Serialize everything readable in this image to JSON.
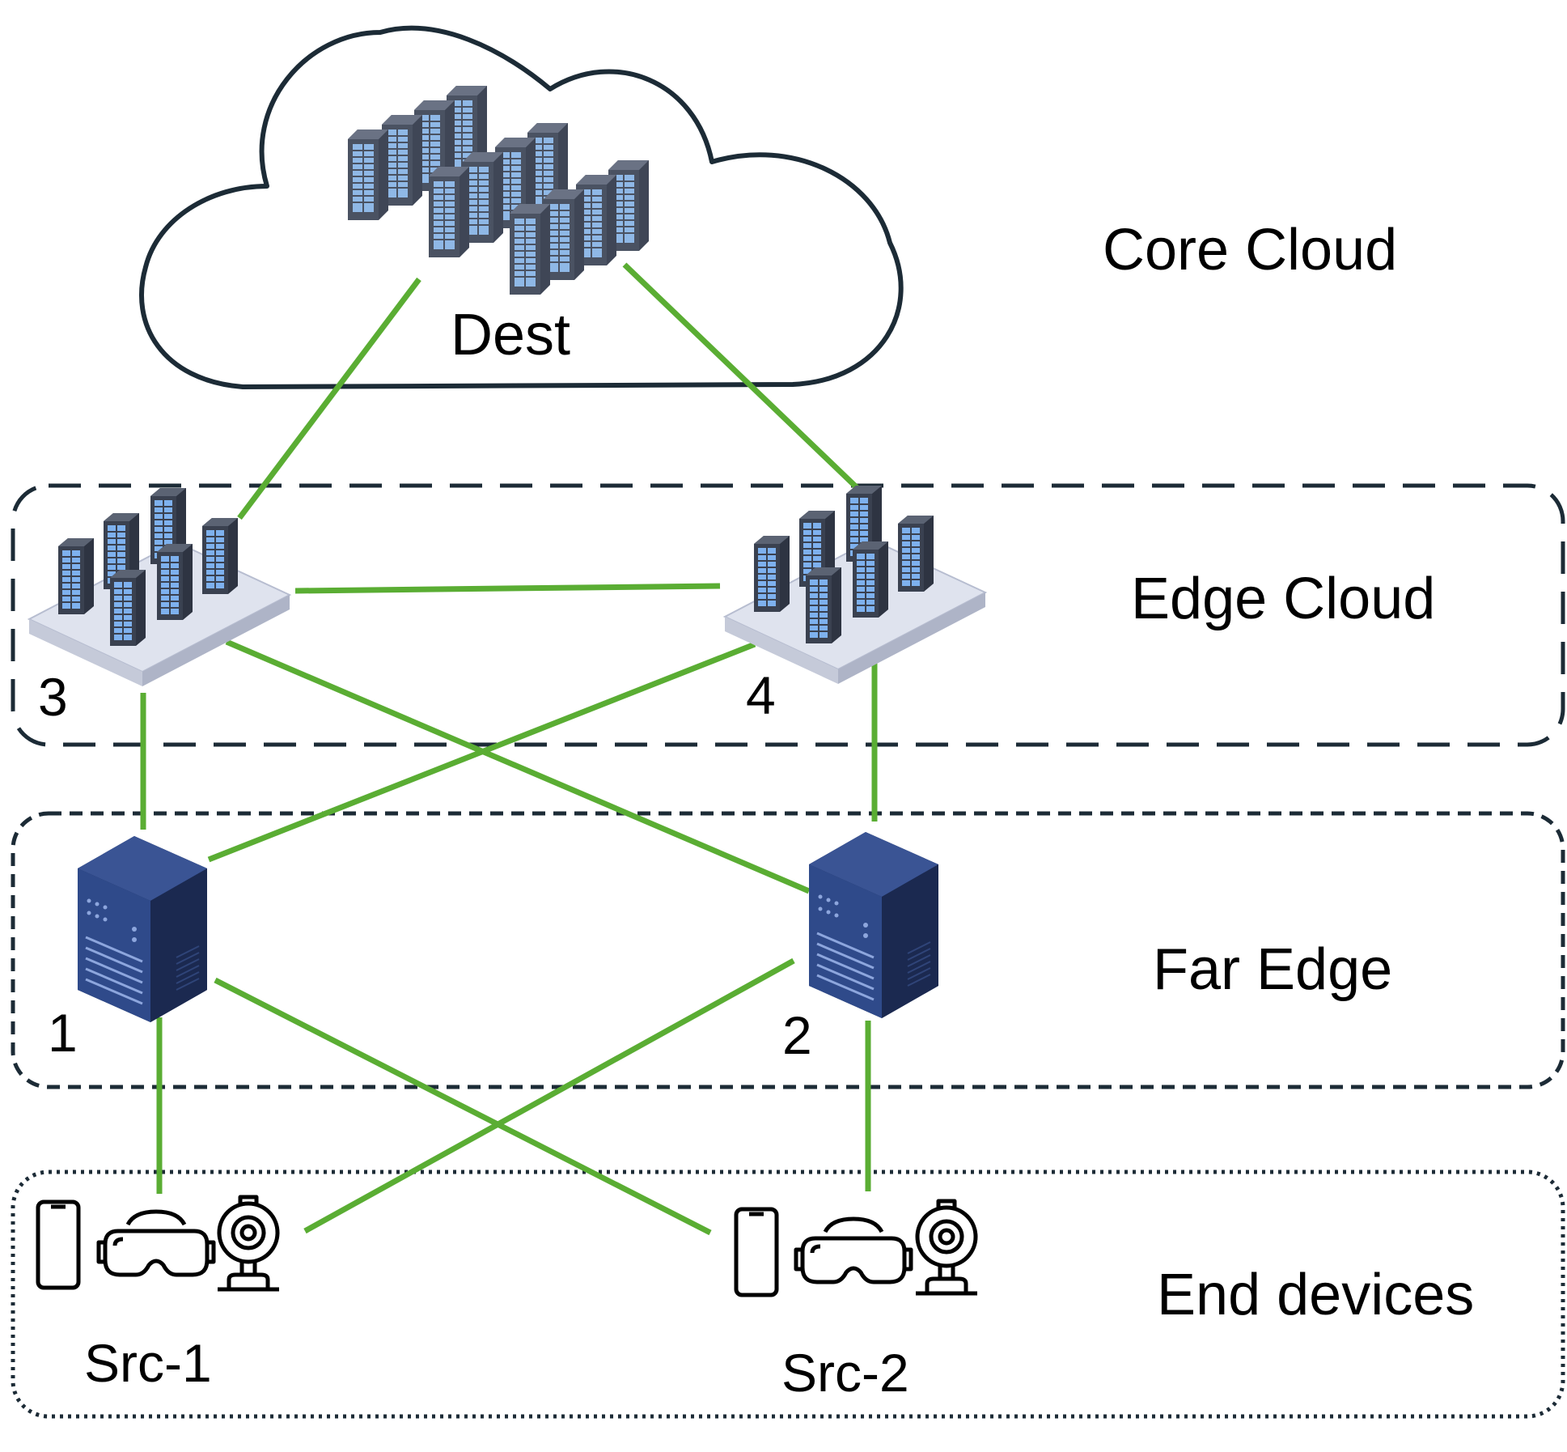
{
  "tiers": {
    "core": "Core Cloud",
    "edge": "Edge Cloud",
    "far_edge": "Far Edge",
    "end_devices": "End devices"
  },
  "nodes": {
    "dest": "Dest",
    "n1": "1",
    "n2": "2",
    "n3": "3",
    "n4": "4",
    "src1": "Src-1",
    "src2": "Src-2"
  },
  "colors": {
    "link": "#5aad33",
    "outline": "#1c2b36",
    "rack_dark": "#3f4656",
    "rack_face": "#8fb8e6",
    "tower": "#2b3f73",
    "platform": "#d8dce8"
  },
  "icons": [
    "smartphone-icon",
    "vr-headset-icon",
    "webcam-icon"
  ]
}
